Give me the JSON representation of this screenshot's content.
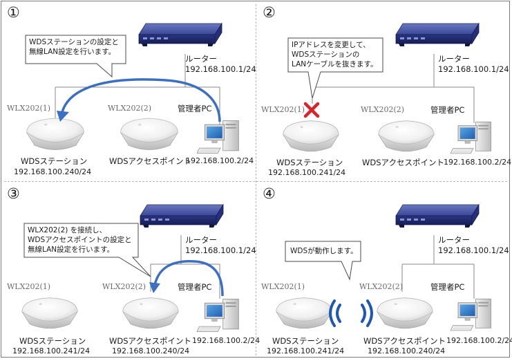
{
  "panels": [
    {
      "number": "①",
      "router": {
        "name": "ルーター",
        "ip": "192.168.100.1/24"
      },
      "pc": {
        "name": "管理者PC",
        "ip": "192.168.100.2/24"
      },
      "ap1": {
        "model": "WLX202(1)",
        "role": "WDSステーション",
        "ip": "192.168.100.240/24"
      },
      "ap2": {
        "model": "WLX202(2)",
        "role": "WDSアクセスポイント"
      },
      "callout": [
        "WDSステーションの設定と",
        "無線LAN設定を行います。"
      ]
    },
    {
      "number": "②",
      "router": {
        "name": "ルーター",
        "ip": "192.168.100.1/24"
      },
      "pc": {
        "name": "管理者PC",
        "ip": "192.168.100.2/24"
      },
      "ap1": {
        "model": "WLX202(1)",
        "role": "WDSステーション",
        "ip": "192.168.100.241/24"
      },
      "ap2": {
        "model": "WLX202(2)",
        "role": "WDSアクセスポイント"
      },
      "callout": [
        "IPアドレスを変更して、",
        "WDSステーションの",
        "LANケーブルを抜きます。"
      ]
    },
    {
      "number": "③",
      "router": {
        "name": "ルーター",
        "ip": "192.168.100.1/24"
      },
      "pc": {
        "name": "管理者PC",
        "ip": "192.168.100.2/24"
      },
      "ap1": {
        "model": "WLX202(1)",
        "role": "WDSステーション",
        "ip": "192.168.100.241/24"
      },
      "ap2": {
        "model": "WLX202(2)",
        "role": "WDSアクセスポイント",
        "ip": "192.168.100.240/24"
      },
      "callout": [
        "WLX202(2) を接続し、",
        "WDSアクセスポイントの設定と",
        "無線LAN設定を行います。"
      ]
    },
    {
      "number": "④",
      "router": {
        "name": "ルーター",
        "ip": "192.168.100.1/24"
      },
      "pc": {
        "name": "管理者PC",
        "ip": "192.168.100.2/24"
      },
      "ap1": {
        "model": "WLX202(1)",
        "role": "WDSステーション",
        "ip": "192.168.100.241/24"
      },
      "ap2": {
        "model": "WLX202(2)",
        "role": "WDSアクセスポイント",
        "ip": "192.168.100.240/24"
      },
      "callout": [
        "WDSが動作します。"
      ]
    }
  ],
  "colors": {
    "router": "#2c3a87",
    "arrow": "#3b6fc4",
    "x_mark": "#d8252b",
    "wave": "#1f57b3"
  }
}
